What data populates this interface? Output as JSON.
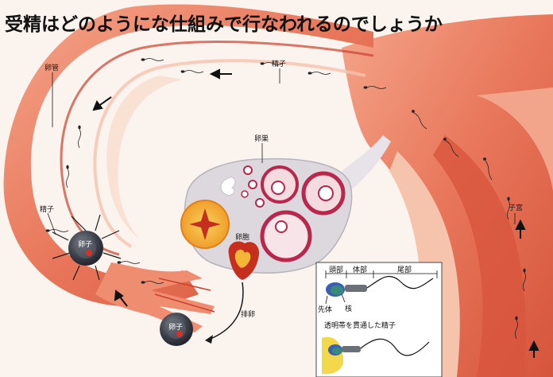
{
  "title": "受精はどのようにな仕組みで行なわれるのでしょうか",
  "labels": {
    "oviduct": "卵管",
    "sperm_top": "精子",
    "sperm_left": "精子",
    "ovary": "卵巣",
    "follicle": "卵胞",
    "ovulation": "排卵",
    "uterus": "子宮",
    "egg_upper": "卵子",
    "egg_lower": "卵子"
  },
  "inset": {
    "head": "頭部",
    "body": "体部",
    "tail": "尾部",
    "acrosome": "先体",
    "nucleus": "核",
    "penetrating": "透明帯を貫通した精子"
  },
  "colors": {
    "tissue": "#e8765a",
    "tissue_light": "#f6b79f",
    "tissue_dark": "#c9412e",
    "ovary": "#d9d6dc",
    "follicle": "#b8284c",
    "corpus": "#f0a020",
    "egg": "#3b3f49",
    "inset_sperm": "#3a8a7a"
  }
}
